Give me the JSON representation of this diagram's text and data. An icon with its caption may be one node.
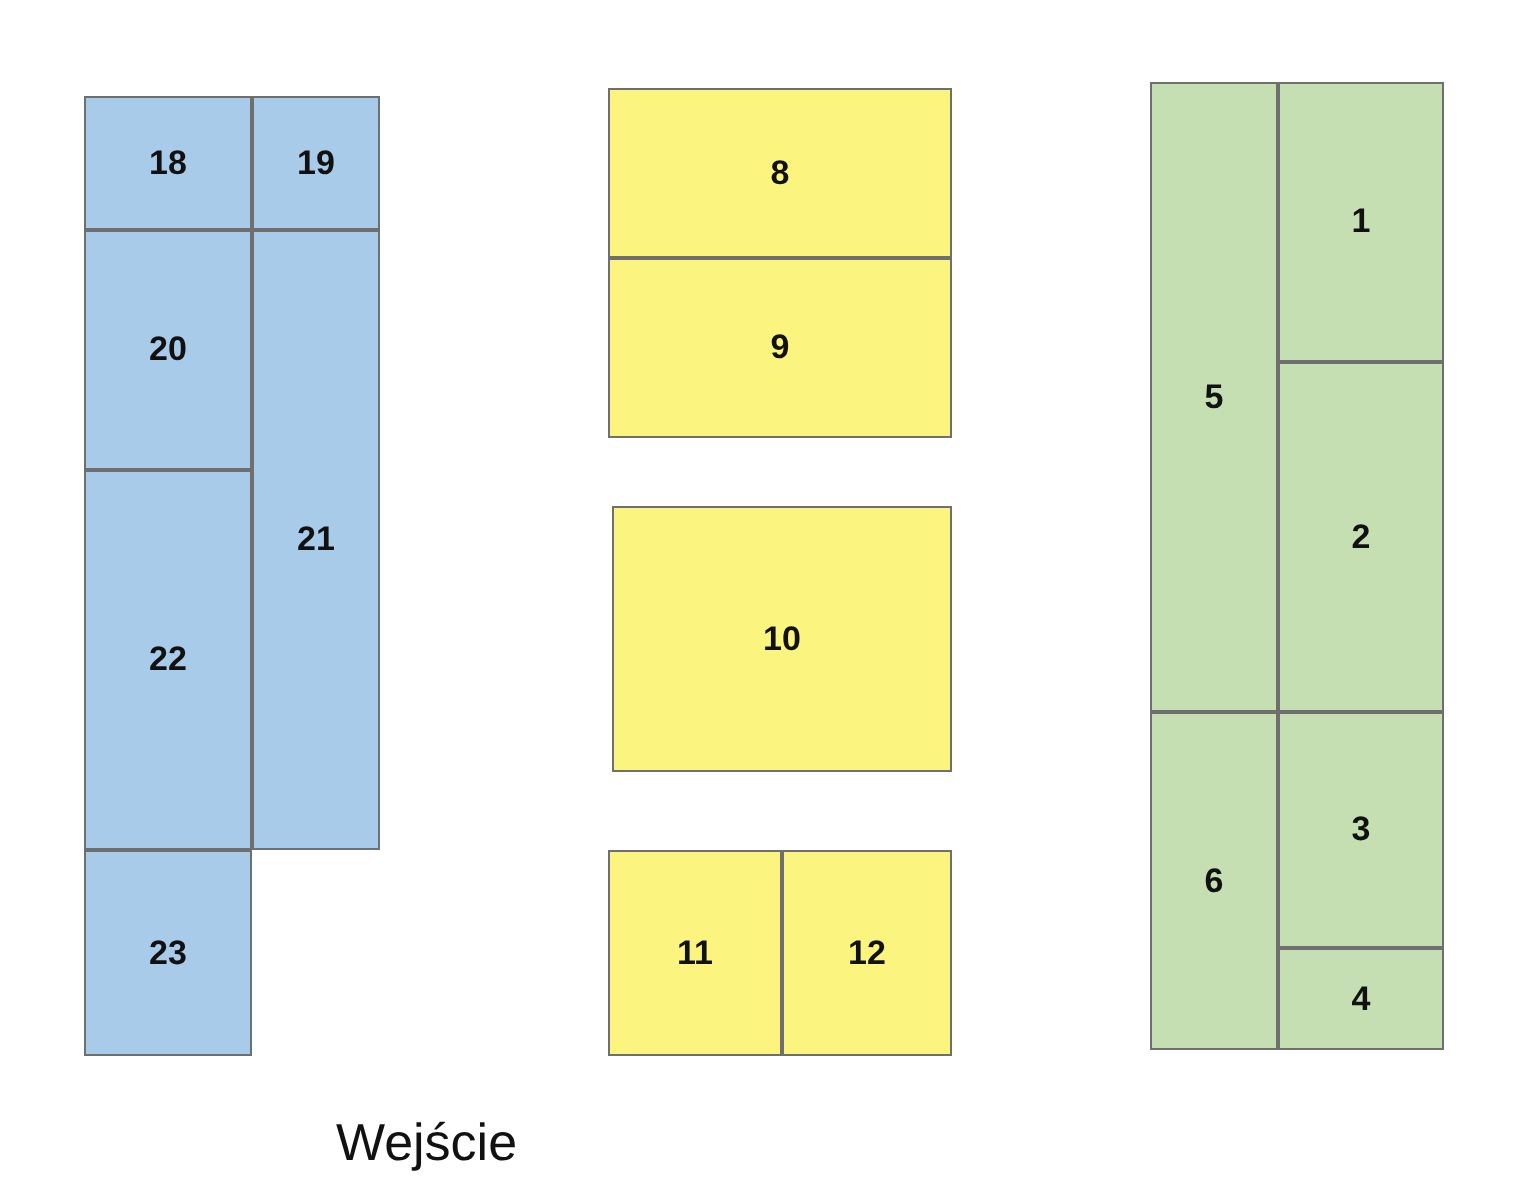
{
  "diagram": {
    "nodes": [
      {
        "text": [
          "18"
        ]
      },
      {
        "text": [
          "19"
        ]
      },
      {
        "text": [
          "20"
        ]
      },
      {
        "text": [
          "21"
        ]
      },
      {
        "text": [
          "22"
        ]
      },
      {
        "text": [
          "23"
        ]
      },
      {
        "text": [
          "8"
        ]
      },
      {
        "text": [
          "9"
        ]
      },
      {
        "text": [
          "10"
        ]
      },
      {
        "text": [
          "11"
        ]
      },
      {
        "text": [
          "12"
        ]
      },
      {
        "text": [
          "5"
        ]
      },
      {
        "text": [
          "1"
        ]
      },
      {
        "text": [
          "2"
        ]
      },
      {
        "text": [
          "6"
        ]
      },
      {
        "text": [
          "3"
        ]
      },
      {
        "text": [
          "4"
        ]
      }
    ],
    "labels": [
      "Wejście"
    ]
  }
}
